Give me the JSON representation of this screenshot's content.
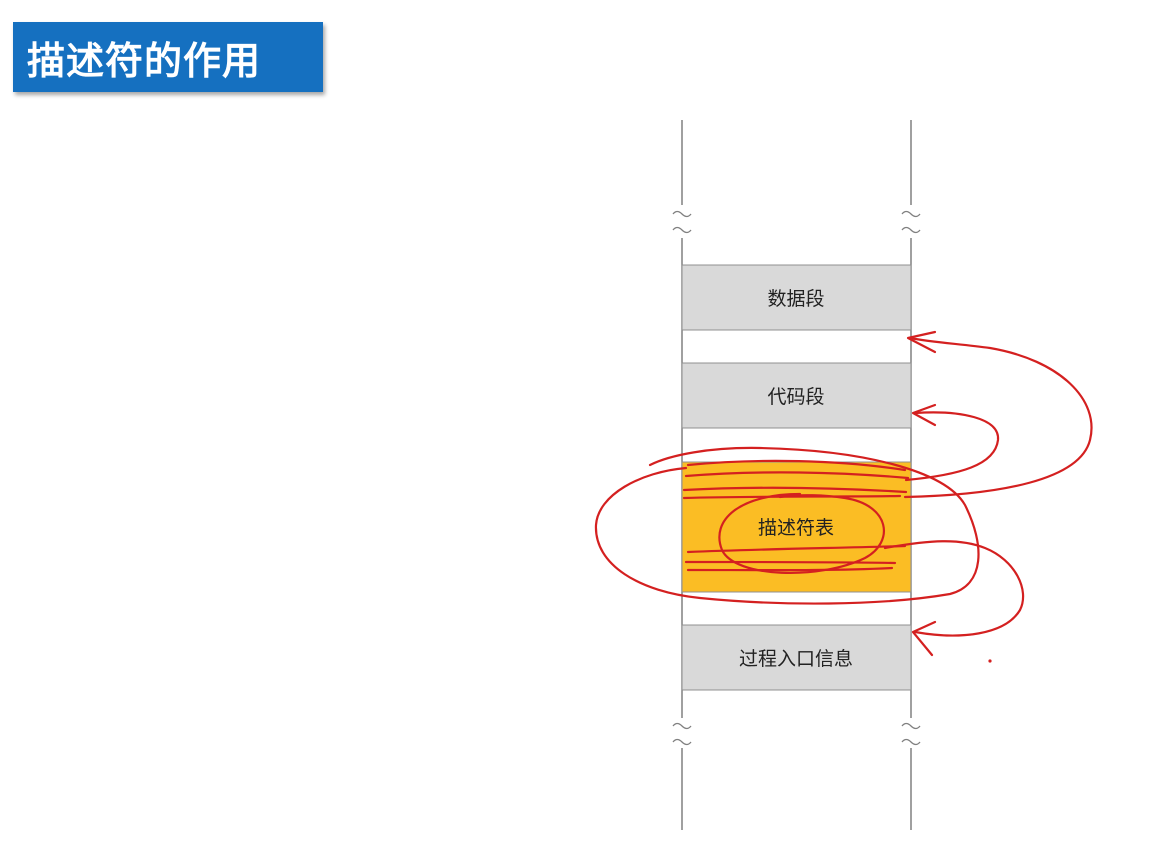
{
  "slide": {
    "title": "描述符的作用"
  },
  "memory": {
    "segments": {
      "data": {
        "label": "数据段"
      },
      "code": {
        "label": "代码段"
      },
      "descriptor_table": {
        "label": "描述符表",
        "highlighted": true
      },
      "procedure_entry": {
        "label": "过程入口信息"
      }
    }
  },
  "colors": {
    "title_bg": "#1570c0",
    "title_text": "#ffffff",
    "segment_fill": "#d9d9d9",
    "highlight_fill": "#fbbd24",
    "annotation_ink": "#d42020",
    "memory_rail": "#808080"
  }
}
